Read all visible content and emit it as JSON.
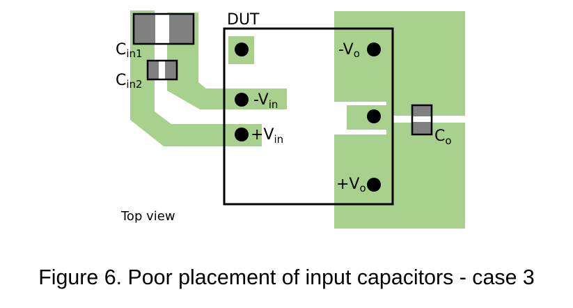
{
  "colors": {
    "copper": "#a9d18e",
    "capacitor_body": "#808080",
    "outline": "#000000",
    "background": "#ffffff"
  },
  "labels": {
    "dut": "DUT",
    "top_view": "Top view",
    "cin1": {
      "main": "C",
      "sub": "in1"
    },
    "cin2": {
      "main": "C",
      "sub": "in2"
    },
    "co": {
      "main": "C",
      "sub": "o"
    },
    "neg_vin": {
      "main": "-V",
      "sub": "in"
    },
    "pos_vin": {
      "main": "+V",
      "sub": "in"
    },
    "neg_vo": {
      "main": "-V",
      "sub": "o"
    },
    "pos_vo": {
      "main": "+V",
      "sub": "o"
    }
  },
  "caption": "Figure 6. Poor placement of input capacitors - case 3"
}
